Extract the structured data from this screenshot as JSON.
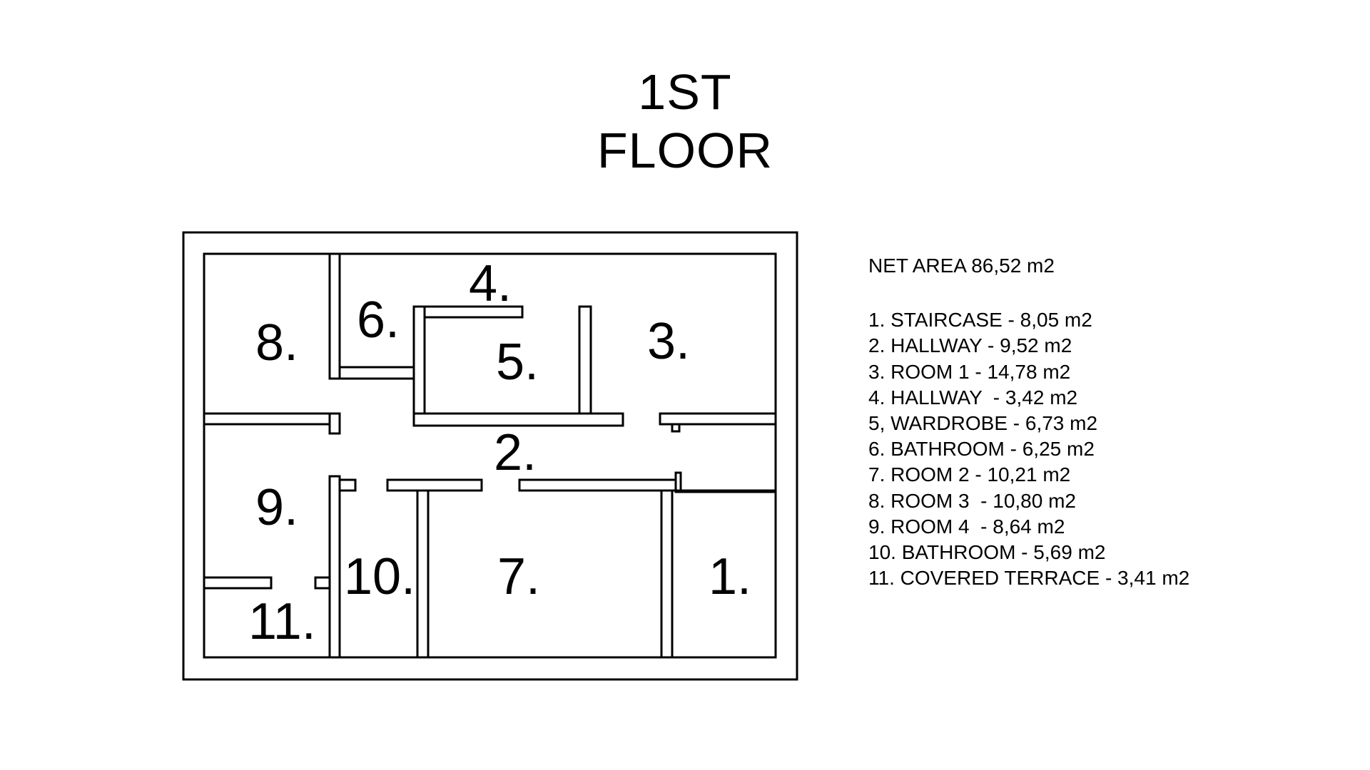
{
  "title": {
    "line1": "1ST",
    "line2": "FLOOR"
  },
  "net_area": "NET AREA 86,52 m2",
  "rooms": [
    {
      "label": "1.",
      "legend": "1. STAIRCASE - 8,05 m2"
    },
    {
      "label": "2.",
      "legend": "2. HALLWAY - 9,52 m2"
    },
    {
      "label": "3.",
      "legend": "3. ROOM 1 - 14,78 m2"
    },
    {
      "label": "4.",
      "legend": "4. HALLWAY  - 3,42 m2"
    },
    {
      "label": "5.",
      "legend": "5, WARDROBE - 6,73 m2"
    },
    {
      "label": "6.",
      "legend": "6. BATHROOM - 6,25 m2"
    },
    {
      "label": "7.",
      "legend": "7. ROOM 2 - 10,21 m2"
    },
    {
      "label": "8.",
      "legend": "8. ROOM 3  - 10,80 m2"
    },
    {
      "label": "9.",
      "legend": "9. ROOM 4  - 8,64 m2"
    },
    {
      "label": "10.",
      "legend": "10. BATHROOM - 5,69 m2"
    },
    {
      "label": "11.",
      "legend": "11. COVERED TERRACE - 3,41 m2"
    }
  ]
}
